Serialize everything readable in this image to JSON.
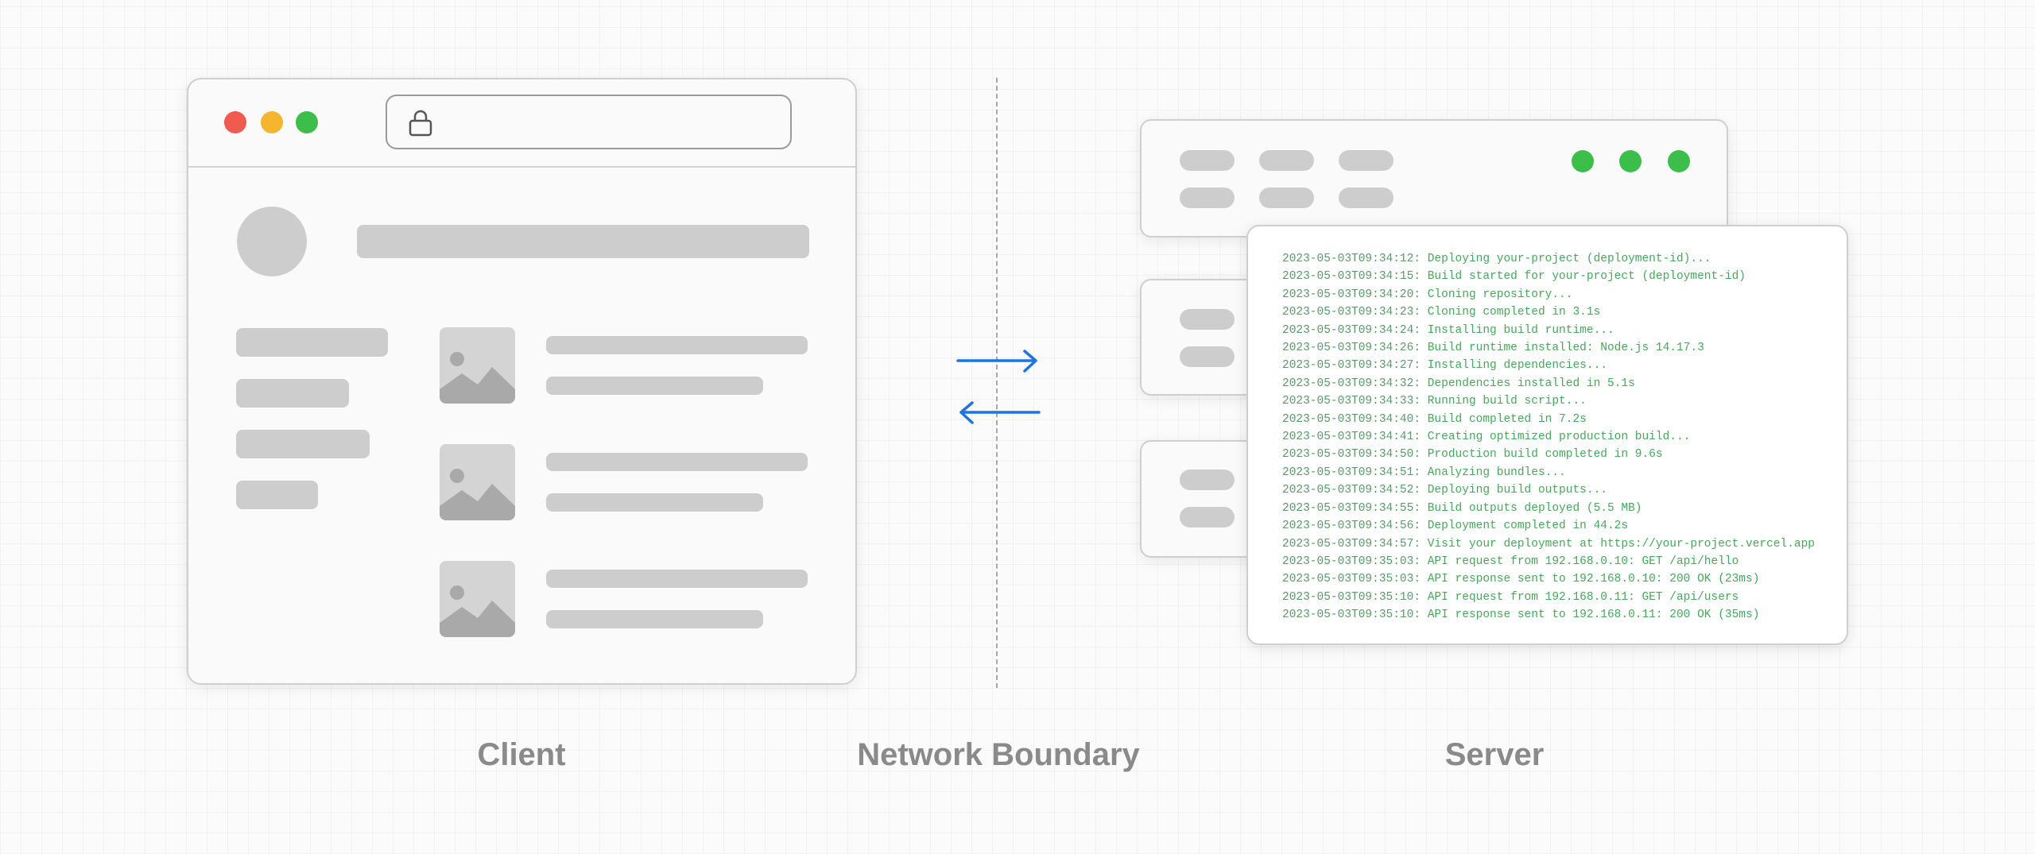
{
  "labels": {
    "client": "Client",
    "network": "Network Boundary",
    "server": "Server"
  },
  "colors": {
    "red": "#f05a4f",
    "yellow": "#f5b52e",
    "green": "#3cbf4a",
    "arrow": "#1f74e0",
    "log": "#46a85a"
  },
  "icons": {
    "address_bar": "lock-icon",
    "thumbnails": "image-icon"
  },
  "log": [
    {
      "ts": "2023-05-03T09:34:12:",
      "msg": "Deploying your-project (deployment-id)..."
    },
    {
      "ts": "2023-05-03T09:34:15:",
      "msg": "Build started for your-project (deployment-id)"
    },
    {
      "ts": "2023-05-03T09:34:20:",
      "msg": "Cloning repository..."
    },
    {
      "ts": "2023-05-03T09:34:23:",
      "msg": "Cloning completed in 3.1s"
    },
    {
      "ts": "2023-05-03T09:34:24:",
      "msg": "Installing build runtime..."
    },
    {
      "ts": "2023-05-03T09:34:26:",
      "msg": "Build runtime installed: Node.js 14.17.3"
    },
    {
      "ts": "2023-05-03T09:34:27:",
      "msg": "Installing dependencies..."
    },
    {
      "ts": "2023-05-03T09:34:32:",
      "msg": "Dependencies installed in 5.1s"
    },
    {
      "ts": "2023-05-03T09:34:33:",
      "msg": "Running build script..."
    },
    {
      "ts": "2023-05-03T09:34:40:",
      "msg": "Build completed in 7.2s"
    },
    {
      "ts": "2023-05-03T09:34:41:",
      "msg": "Creating optimized production build..."
    },
    {
      "ts": "2023-05-03T09:34:50:",
      "msg": "Production build completed in 9.6s"
    },
    {
      "ts": "2023-05-03T09:34:51:",
      "msg": "Analyzing bundles..."
    },
    {
      "ts": "2023-05-03T09:34:52:",
      "msg": "Deploying build outputs..."
    },
    {
      "ts": "2023-05-03T09:34:55:",
      "msg": "Build outputs deployed (5.5 MB)"
    },
    {
      "ts": "2023-05-03T09:34:56:",
      "msg": "Deployment completed in 44.2s"
    },
    {
      "ts": "2023-05-03T09:34:57:",
      "msg": "Visit your deployment at https://your-project.vercel.app"
    },
    {
      "ts": "2023-05-03T09:35:03:",
      "msg": "API request from 192.168.0.10: GET /api/hello"
    },
    {
      "ts": "2023-05-03T09:35:03:",
      "msg": "API response sent to 192.168.0.10: 200 OK (23ms)"
    },
    {
      "ts": "2023-05-03T09:35:10:",
      "msg": "API request from 192.168.0.11: GET /api/users"
    },
    {
      "ts": "2023-05-03T09:35:10:",
      "msg": "API response sent to 192.168.0.11: 200 OK (35ms)"
    }
  ]
}
